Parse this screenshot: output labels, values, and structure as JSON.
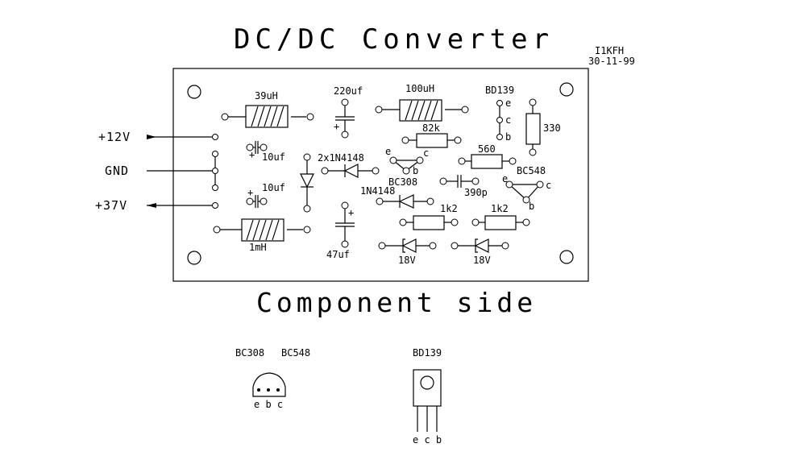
{
  "title": "DC/DC Converter",
  "author": "I1KFH",
  "date": "30-11-99",
  "subtitle": "Component side",
  "connections": {
    "plus12": "+12V",
    "gnd": "GND",
    "plus37": "+37V"
  },
  "components": {
    "l1": "39uH",
    "l2": "100uH",
    "l3": "1mH",
    "c1": "220uf",
    "c2": "10uf",
    "c3": "10uf",
    "c4": "47uf",
    "c5": "390p",
    "d_pair": "2x1N4148",
    "d_single": "1N4148",
    "z1": "18V",
    "z2": "18V",
    "r1": "82k",
    "r2": "560",
    "r3": "330",
    "r4": "1k2",
    "r5": "1k2",
    "q1": "BC308",
    "q2": "BC548",
    "q3": "BD139"
  },
  "pins": {
    "e": "e",
    "b": "b",
    "c": "c",
    "plus": "+"
  },
  "pinout": {
    "small_label_a": "BC308",
    "small_label_b": "BC548",
    "small_pins": "e b c",
    "power_label": "BD139",
    "power_pins": "e c b"
  }
}
